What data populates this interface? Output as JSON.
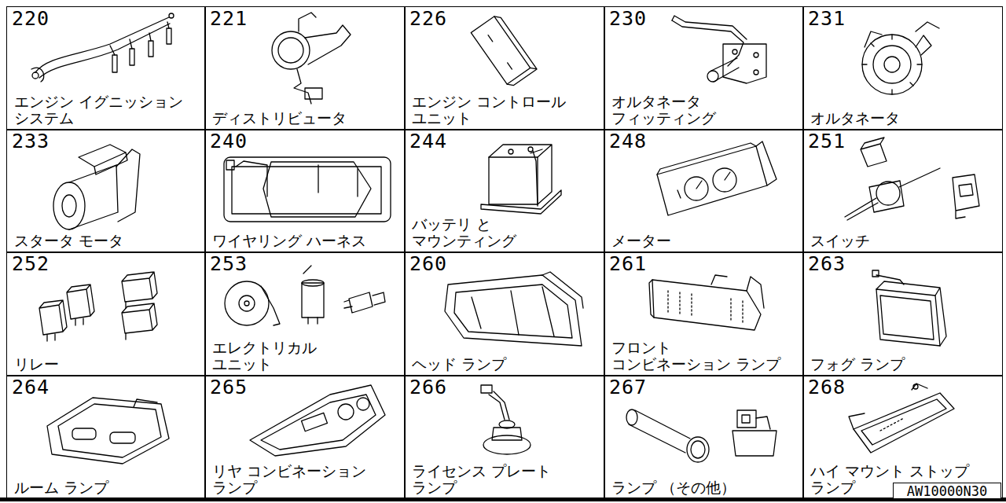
{
  "diagram": {
    "nodes": [
      {
        "text": [
          "220",
          "エンジン イグニッション システム"
        ]
      },
      {
        "text": [
          "221",
          "ディストリビュータ"
        ]
      },
      {
        "text": [
          "226",
          "エンジン コントロール ユニット"
        ]
      },
      {
        "text": [
          "230",
          "オルタネータ フィッティング"
        ]
      },
      {
        "text": [
          "231",
          "オルタネータ"
        ]
      },
      {
        "text": [
          "233",
          "スタータ モータ"
        ]
      },
      {
        "text": [
          "240",
          "ワイヤリング ハーネス"
        ]
      },
      {
        "text": [
          "244",
          "バッテリ と マウンティング"
        ]
      },
      {
        "text": [
          "248",
          "メーター"
        ]
      },
      {
        "text": [
          "251",
          "スイッチ"
        ]
      },
      {
        "text": [
          "252",
          "リレー"
        ]
      },
      {
        "text": [
          "253",
          "エレクトリカル ユニット"
        ]
      },
      {
        "text": [
          "260",
          "ヘッド ランプ"
        ]
      },
      {
        "text": [
          "261",
          "フロント コンビネーション ランプ"
        ]
      },
      {
        "text": [
          "263",
          "フォグ ランプ"
        ]
      },
      {
        "text": [
          "264",
          "ルーム ランプ"
        ]
      },
      {
        "text": [
          "265",
          "リヤ コンビネーション ランプ"
        ]
      },
      {
        "text": [
          "266",
          "ライセンス プレート ランプ"
        ]
      },
      {
        "text": [
          "267",
          "ランプ （その他）"
        ]
      },
      {
        "text": [
          "268",
          "ハイ マウント ストップ ランプ"
        ]
      },
      {
        "text": [
          "AW10000N30"
        ],
        "in": 19
      }
    ]
  }
}
